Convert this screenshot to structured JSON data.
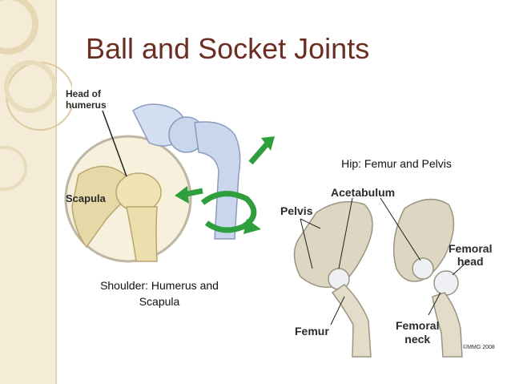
{
  "slide": {
    "title": "Ball and Socket Joints",
    "captions": {
      "hip": "Hip: Femur and Pelvis",
      "shoulder_line1": "Shoulder: Humerus and",
      "shoulder_line2": "Scapula"
    }
  },
  "shoulder_figure": {
    "labels": {
      "head_line1": "Head of",
      "head_line2": "humerus",
      "scapula": "Scapula"
    }
  },
  "hip_figure": {
    "labels": {
      "acetabulum": "Acetabulum",
      "pelvis": "Pelvis",
      "femoral_head_line1": "Femoral",
      "femoral_head_line2": "head",
      "femur": "Femur",
      "femoral_neck_line1": "Femoral",
      "femoral_neck_line2": "neck",
      "copyright": "©MMG 2008"
    }
  },
  "colors": {
    "title": "#6b2e22",
    "band": "#f4ecd6",
    "arrow": "#2f9e3c",
    "bone": "#e2dcc8",
    "joint_model": "#c9d6ec"
  }
}
